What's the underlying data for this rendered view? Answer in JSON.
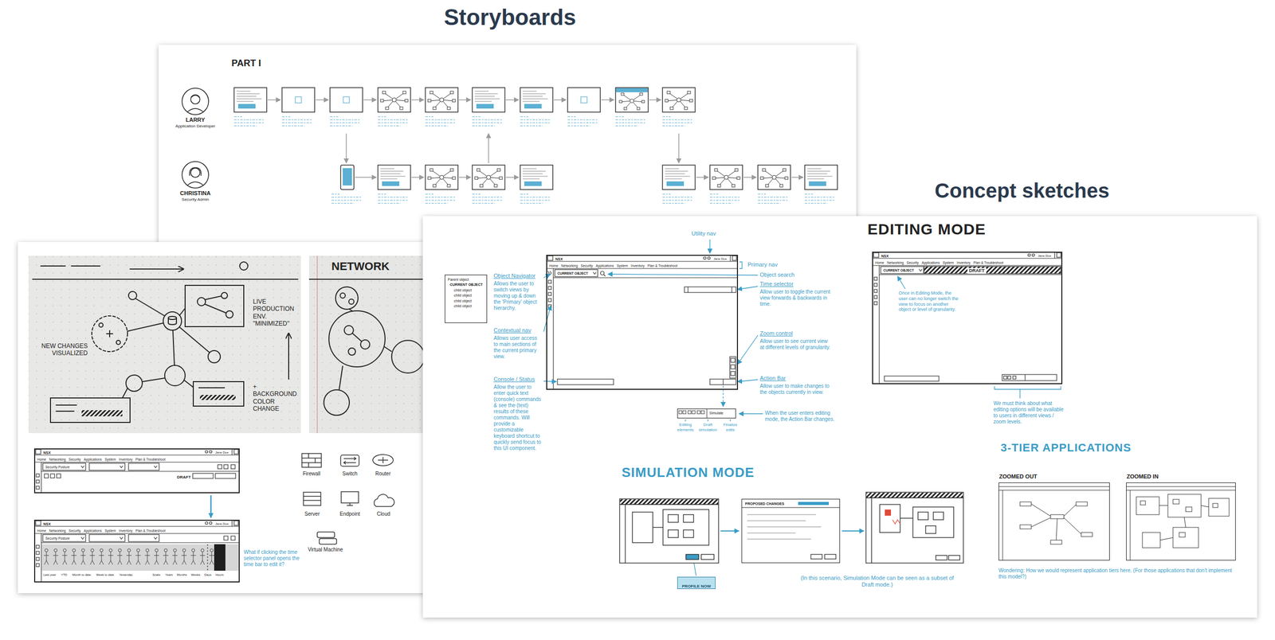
{
  "diagram": {
    "nodes": [
      {
        "text": [
          "Storyboards",
          "PART I"
        ]
      },
      {
        "text": [
          "Concept sketches",
          "EDITING MODE"
        ]
      },
      {
        "text": [
          "Parent object",
          "CURRENT OBJECT",
          "child object",
          "child object",
          "child object",
          "child object"
        ],
        "in": 1
      },
      {
        "text": [
          "NSX",
          "Jane Doe",
          "Home",
          "Networking",
          "Security",
          "Applications",
          "System",
          "Inventory",
          "Plan & Troubleshoot",
          "CURRENT OBJECT"
        ],
        "in": 1
      },
      {
        "text": [
          "Simulate"
        ],
        "in": 1
      },
      {
        "text": [
          "NSX",
          "Jane Doe",
          "Home",
          "Networking",
          "Security",
          "Applications",
          "System",
          "Inventory",
          "Plan & Troubleshoot",
          "CURRENT OBJECT",
          "DRAFT"
        ],
        "in": 1
      },
      {
        "text": [
          "PROFILE NOW"
        ],
        "in": 1
      },
      {
        "text": [
          "PROPOSED CHANGES"
        ],
        "in": 1
      },
      {
        "text": [
          "ZOOMED OUT"
        ],
        "in": 1
      },
      {
        "text": [
          "ZOOMED IN"
        ],
        "in": 1
      },
      {
        "text": [
          "NSX",
          "Jane Doe",
          "Home",
          "Networking",
          "Security",
          "Applications",
          "System",
          "Inventory",
          "Plan & Troubleshoot",
          "Security Posture",
          "DRAFT"
        ]
      },
      {
        "text": [
          "NSX",
          "Jane Doe",
          "Home",
          "Networking",
          "Security",
          "Applications",
          "System",
          "Inventory",
          "Plan & Troubleshoot",
          "Security Posture",
          "Last year",
          "YTD",
          "Month to date",
          "Week to date",
          "Yesterday",
          "Scale:",
          "Years",
          "Months",
          "Weeks",
          "Days",
          "Hours"
        ]
      }
    ],
    "edges": [
      {
        "from": 10,
        "to": 11,
        "arrow": "to"
      }
    ],
    "labels": [
      "LARRY",
      "Application Developer",
      "CHRISTINA",
      "Security Admin",
      "NEW CHANGES VISUALIZED",
      "LIVE PRODUCTION ENV. \"MINIMIZED\"",
      "+ BACKGROUND COLOR CHANGE",
      "NETWORK",
      "Firewall",
      "Switch",
      "Router",
      "Server",
      "Endpoint",
      "Cloud",
      "Virtual Machine",
      "What if clicking the time selector panel opens the time bar to edit it?",
      "Utility nav",
      "Primary nav",
      "Object search",
      "Time selector",
      "Allow user to toggle the current view forwards & backwards in time.",
      "Zoom control",
      "Allow user to see current view at different levels of granularity.",
      "Action Bar",
      "Allow user to make changes to the objects currently in view.",
      "When the user enters editing mode, the Action Bar changes.",
      "Object Navigator",
      "Allows the user to switch views by moving up & down the 'Primary' object hierarchy.",
      "Contextual nav",
      "Allows user access to main sections of the current primary view.",
      "Console / Status",
      "Allow the user to enter quick text (console) commands & see the (text) results of these commands. Will provide a customizable keyboard shortcut to quickly send focus to this UI component.",
      "Editing elements",
      "Draft simulation",
      "Finalize edits",
      "Once in Editing Mode, the user can no longer switch the view to focus on another object or level of granularity.",
      "We must think about what editing options will be available to users in different views / zoom levels.",
      "SIMULATION MODE",
      "(In this scenario, Simulation Mode can be seen as a subset of Draft mode.)",
      "3-TIER APPLICATIONS",
      "Wondering: How we would represent application tiers here. (For those applications that don't implement this model?)"
    ]
  }
}
